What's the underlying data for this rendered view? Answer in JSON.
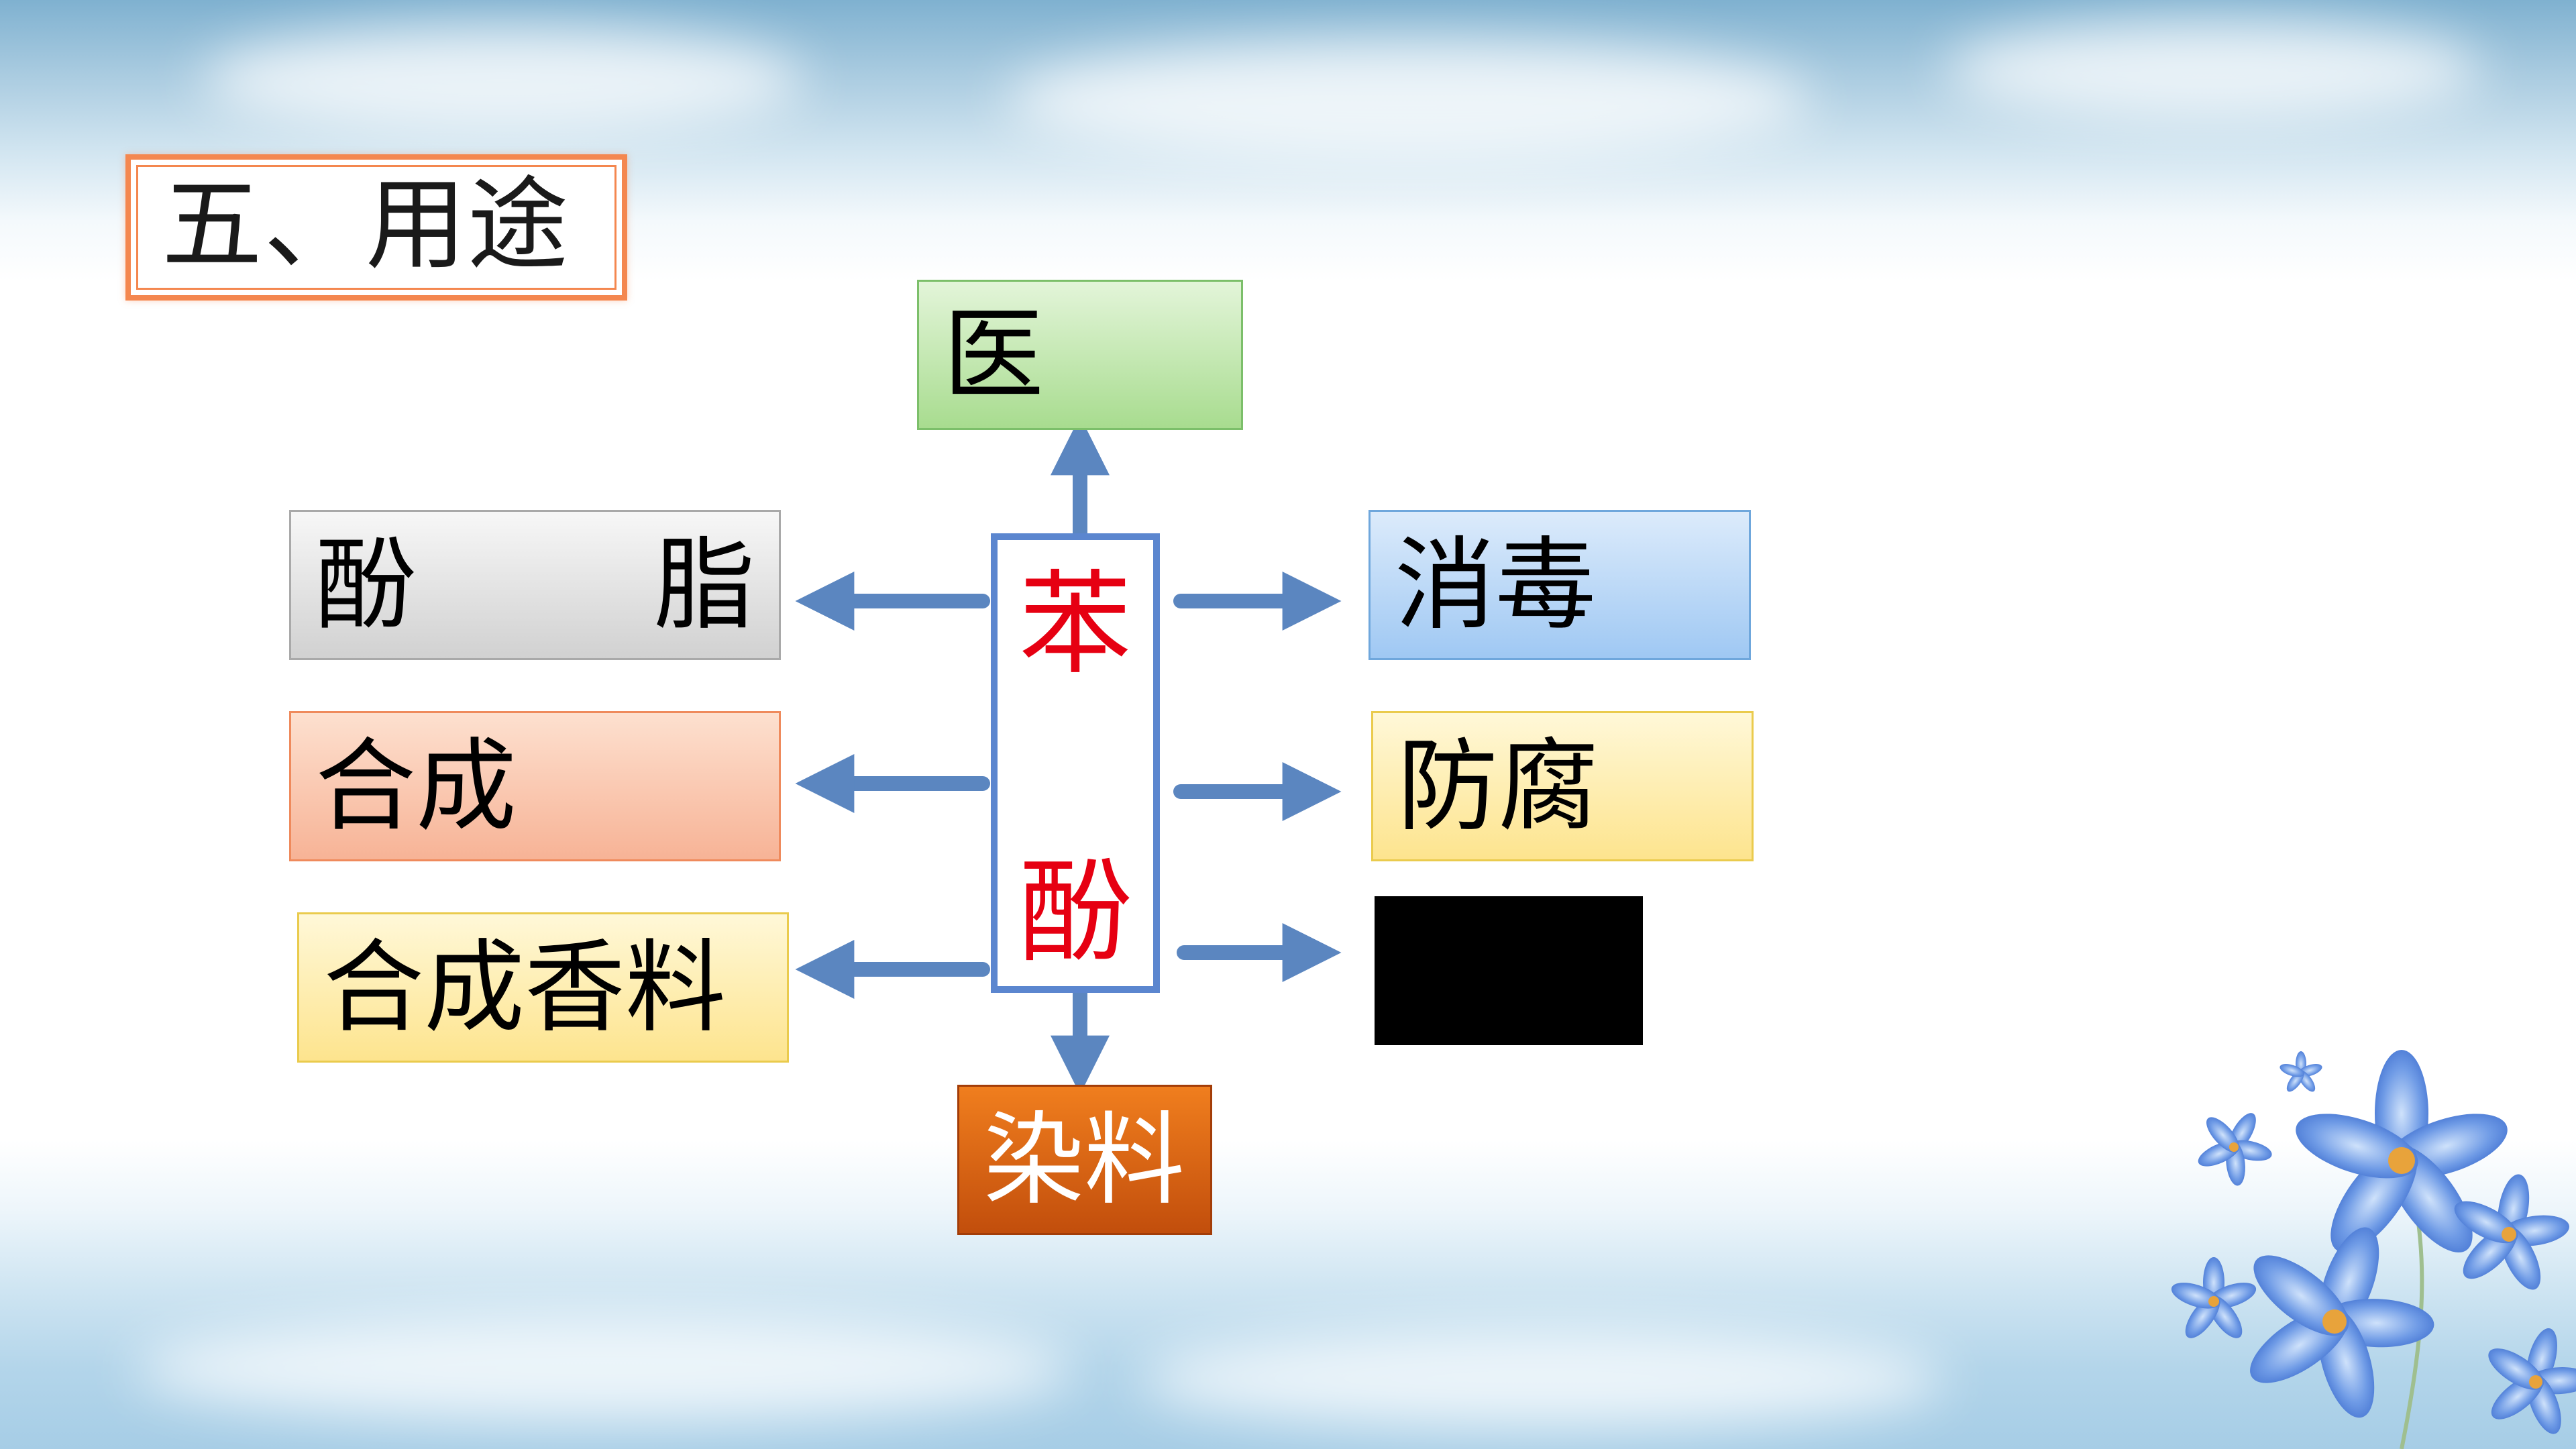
{
  "slide": {
    "title": "五、用途"
  },
  "diagram": {
    "center": {
      "char1": "苯",
      "char2": "酚",
      "color": "#e60012",
      "border_color": "#5b86cf"
    },
    "top": {
      "label": "医"
    },
    "left": [
      {
        "id": "fenzhi",
        "label_a": "酚",
        "label_b": "脂"
      },
      {
        "id": "hecheng",
        "label": "合成"
      },
      {
        "id": "xiangliao",
        "label": "合成香料"
      }
    ],
    "right": [
      {
        "id": "xiaodu",
        "label": "消毒"
      },
      {
        "id": "fangfu",
        "label": "防腐"
      },
      {
        "id": "hidden",
        "label": ""
      }
    ],
    "bottom": {
      "label": "染料"
    },
    "connector_color": "#5b86c0"
  }
}
